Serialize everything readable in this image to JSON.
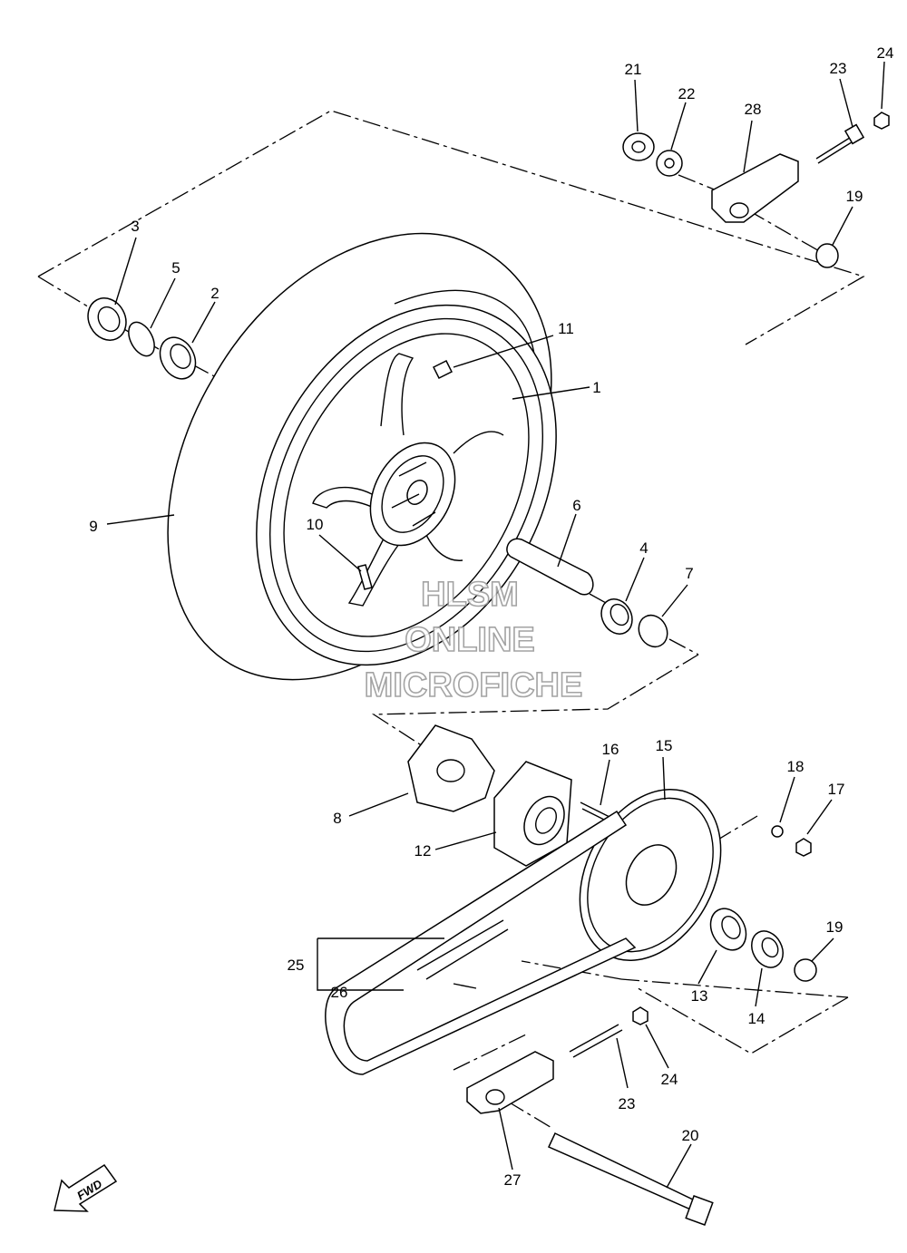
{
  "callouts": [
    {
      "id": "c1",
      "label": "1"
    },
    {
      "id": "c2",
      "label": "2"
    },
    {
      "id": "c3",
      "label": "3"
    },
    {
      "id": "c4",
      "label": "4"
    },
    {
      "id": "c5",
      "label": "5"
    },
    {
      "id": "c6",
      "label": "6"
    },
    {
      "id": "c7",
      "label": "7"
    },
    {
      "id": "c8",
      "label": "8"
    },
    {
      "id": "c9",
      "label": "9"
    },
    {
      "id": "c10",
      "label": "10"
    },
    {
      "id": "c11",
      "label": "11"
    },
    {
      "id": "c12",
      "label": "12"
    },
    {
      "id": "c13",
      "label": "13"
    },
    {
      "id": "c14",
      "label": "14"
    },
    {
      "id": "c15",
      "label": "15"
    },
    {
      "id": "c16",
      "label": "16"
    },
    {
      "id": "c17",
      "label": "17"
    },
    {
      "id": "c18",
      "label": "18"
    },
    {
      "id": "c19a",
      "label": "19"
    },
    {
      "id": "c19b",
      "label": "19"
    },
    {
      "id": "c20",
      "label": "20"
    },
    {
      "id": "c21",
      "label": "21"
    },
    {
      "id": "c22",
      "label": "22"
    },
    {
      "id": "c23a",
      "label": "23"
    },
    {
      "id": "c23b",
      "label": "23"
    },
    {
      "id": "c24a",
      "label": "24"
    },
    {
      "id": "c24b",
      "label": "24"
    },
    {
      "id": "c25",
      "label": "25"
    },
    {
      "id": "c26",
      "label": "26"
    },
    {
      "id": "c27",
      "label": "27"
    },
    {
      "id": "c28",
      "label": "28"
    }
  ],
  "watermark": {
    "line1": "HLSM",
    "line2": "ONLINE",
    "line3": "MICROFICHE"
  },
  "fwd_label": "FWD"
}
